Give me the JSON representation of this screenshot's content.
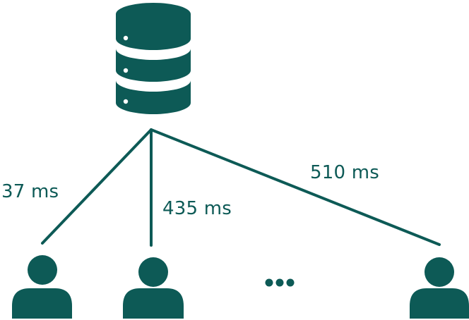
{
  "colors": {
    "accent": "#0d5a56",
    "background": "#ffffff"
  },
  "icons": {
    "server": "database-icon",
    "clients": [
      "user-icon",
      "user-icon",
      "user-icon"
    ],
    "ellipsis": "ellipsis-icon"
  },
  "links": [
    {
      "label": "37 ms"
    },
    {
      "label": "435 ms"
    },
    {
      "label": "510 ms"
    }
  ]
}
